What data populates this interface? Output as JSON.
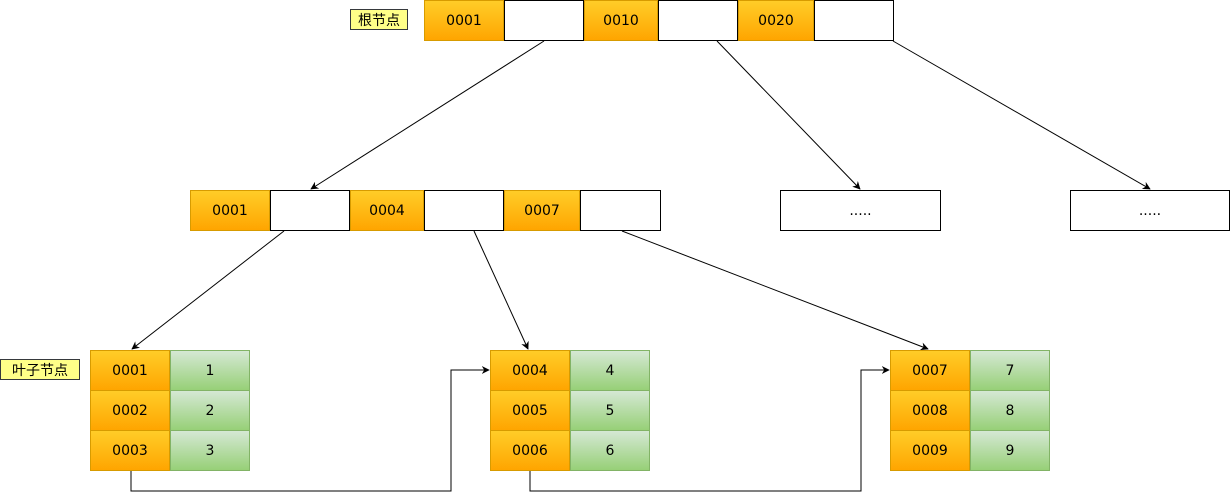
{
  "labels": {
    "root": "根节点",
    "leaf": "叶子节点"
  },
  "root": {
    "keys": [
      "0001",
      "0010",
      "0020"
    ]
  },
  "internal": {
    "keys": [
      "0001",
      "0004",
      "0007"
    ]
  },
  "other_internal": [
    ".....",
    "....."
  ],
  "leaves": [
    {
      "keys": [
        "0001",
        "0002",
        "0003"
      ],
      "values": [
        "1",
        "2",
        "3"
      ]
    },
    {
      "keys": [
        "0004",
        "0005",
        "0006"
      ],
      "values": [
        "4",
        "5",
        "6"
      ]
    },
    {
      "keys": [
        "0007",
        "0008",
        "0009"
      ],
      "values": [
        "7",
        "8",
        "9"
      ]
    }
  ],
  "colors": {
    "key_fill": "#ffb31a",
    "value_fill": "#b6dca6",
    "label_fill": "#ffff88"
  }
}
